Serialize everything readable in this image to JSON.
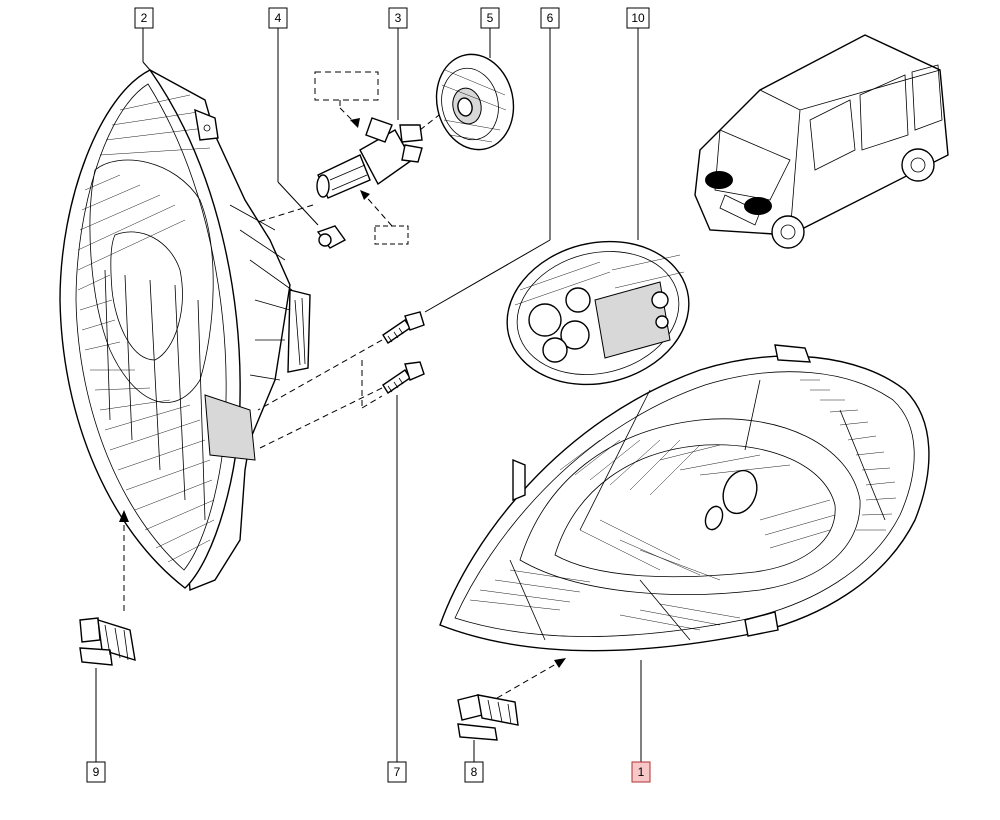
{
  "callouts": [
    {
      "id": "2",
      "label": "2"
    },
    {
      "id": "4",
      "label": "4"
    },
    {
      "id": "3",
      "label": "3"
    },
    {
      "id": "5",
      "label": "5"
    },
    {
      "id": "6",
      "label": "6"
    },
    {
      "id": "10",
      "label": "10"
    },
    {
      "id": "9",
      "label": "9"
    },
    {
      "id": "7",
      "label": "7"
    },
    {
      "id": "8",
      "label": "8"
    },
    {
      "id": "1",
      "label": "1",
      "highlighted": true
    }
  ],
  "colors": {
    "line": "#000000",
    "highlight_fill": "#f8c8c8",
    "highlight_stroke": "#b03030"
  }
}
